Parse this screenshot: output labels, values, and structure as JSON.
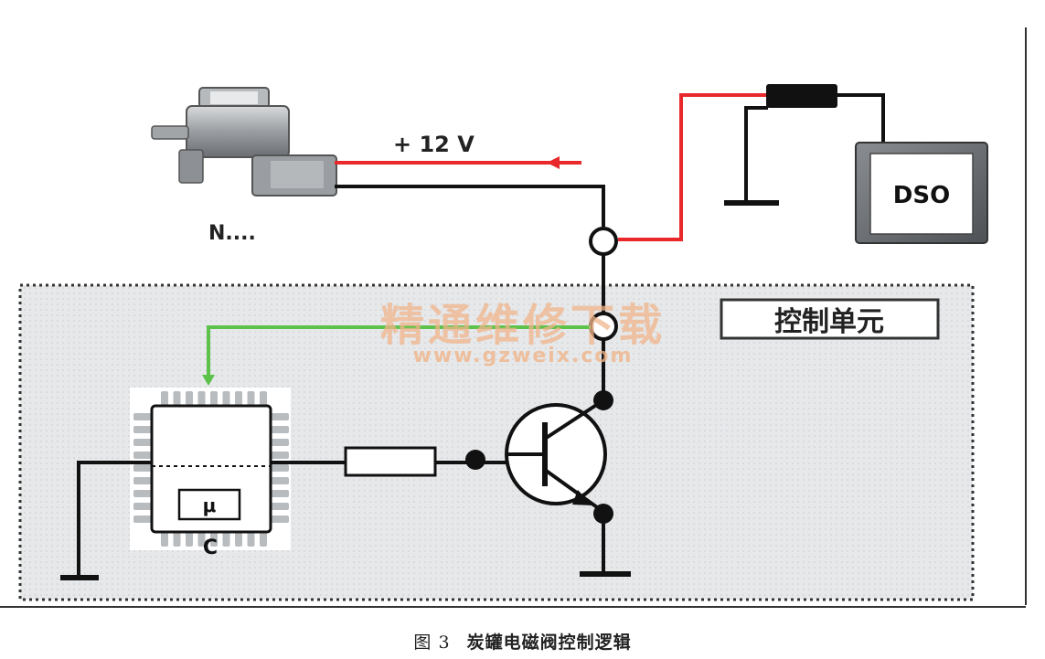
{
  "diagram": {
    "voltage_label": "+ 12 V",
    "valve_label": "N....",
    "dso_label": "DSO",
    "control_unit_label": "控制单元",
    "mu_label": "μ",
    "c_label": "C"
  },
  "watermark": {
    "line1": "精通维修下载",
    "line2": "www.gzweix.com"
  },
  "caption": {
    "number": "图 3",
    "text": "炭罐电磁阀控制逻辑"
  },
  "colors": {
    "wire_red": "#e8282a",
    "wire_green": "#5cc24a",
    "wire_black": "#111111",
    "panel_bg": "#e4e6e8",
    "watermark": "#f0b48a"
  }
}
